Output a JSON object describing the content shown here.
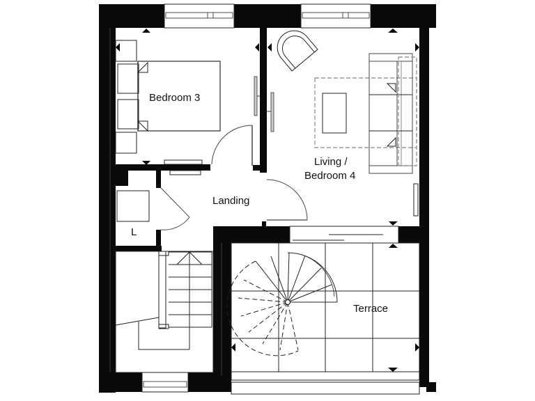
{
  "floor_plan": {
    "rooms": [
      {
        "id": "bedroom-3",
        "label": "Bedroom 3"
      },
      {
        "id": "living-bedroom-4",
        "label_line1": "Living /",
        "label_line2": "Bedroom 4"
      },
      {
        "id": "landing",
        "label": "Landing"
      },
      {
        "id": "linen-cupboard",
        "label": "L"
      },
      {
        "id": "terrace",
        "label": "Terrace"
      },
      {
        "id": "staircase",
        "label": ""
      }
    ],
    "colors": {
      "wall": "#0a0a0a",
      "line": "#222222",
      "furniture_outline": "#666666",
      "rug_dashed": "#999999",
      "background": "#ffffff"
    }
  }
}
